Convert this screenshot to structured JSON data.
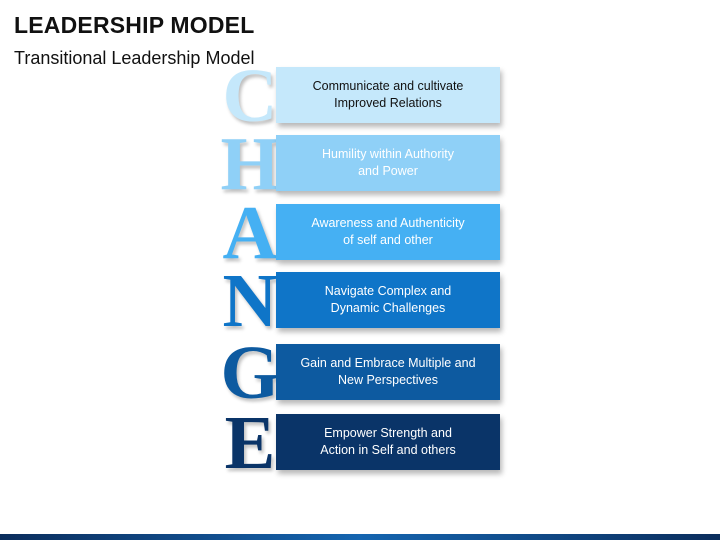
{
  "title": "LEADERSHIP MODEL",
  "subtitle": "Transitional Leadership Model",
  "rows": [
    {
      "letter": "C",
      "text_lines": [
        "Communicate and cultivate",
        "Improved Relations"
      ],
      "box_color": "#c5e8fb",
      "letter_color": "#c5e8fb",
      "text_color": "#111111"
    },
    {
      "letter": "H",
      "text_lines": [
        "Humility within Authority",
        "and Power"
      ],
      "box_color": "#8fd0f7",
      "letter_color": "#8fd0f7",
      "text_color": "#ffffff"
    },
    {
      "letter": "A",
      "text_lines": [
        "Awareness and Authenticity",
        "of self and other"
      ],
      "box_color": "#45b0f3",
      "letter_color": "#45b0f3",
      "text_color": "#ffffff"
    },
    {
      "letter": "N",
      "text_lines": [
        "Navigate Complex and",
        "Dynamic Challenges"
      ],
      "box_color": "#0f75c8",
      "letter_color": "#0f75c8",
      "text_color": "#ffffff"
    },
    {
      "letter": "G",
      "text_lines": [
        "Gain and Embrace Multiple and",
        "New Perspectives"
      ],
      "box_color": "#0d5aa0",
      "letter_color": "#0d5aa0",
      "text_color": "#ffffff"
    },
    {
      "letter": "E",
      "text_lines": [
        "Empower Strength and",
        "Action in Self and others"
      ],
      "box_color": "#0a3468",
      "letter_color": "#0a3468",
      "text_color": "#ffffff"
    }
  ]
}
